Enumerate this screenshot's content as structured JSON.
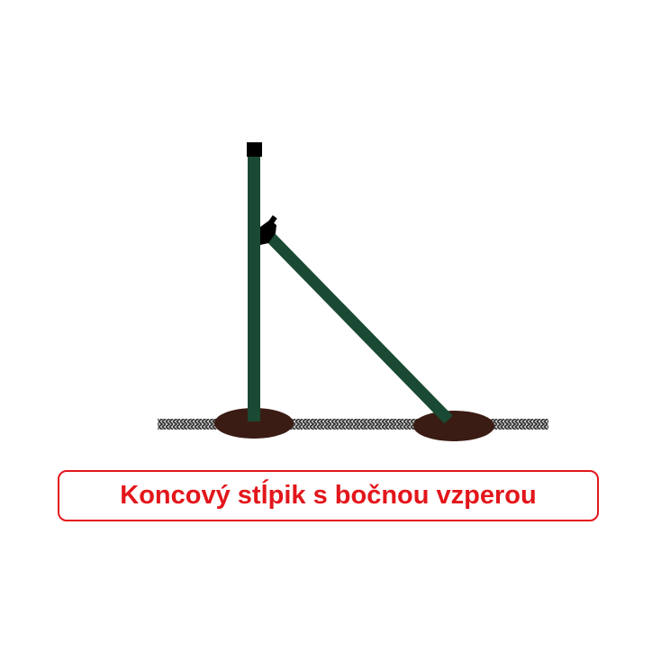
{
  "caption": {
    "text": "Koncový stĺpik s bočnou vzperou"
  },
  "colors": {
    "post": "#1a4a33",
    "post_cap": "#000000",
    "brace_clamp": "#000000",
    "concrete_base": "#3a1c14",
    "ground_dark": "#333333",
    "ground_light": "#d9d9d9",
    "caption_accent": "#e3161b"
  },
  "icons": {
    "post": "fence-post",
    "brace": "side-brace",
    "clamp": "brace-clamp",
    "ground": "ground-strip",
    "base": "concrete-footing"
  }
}
